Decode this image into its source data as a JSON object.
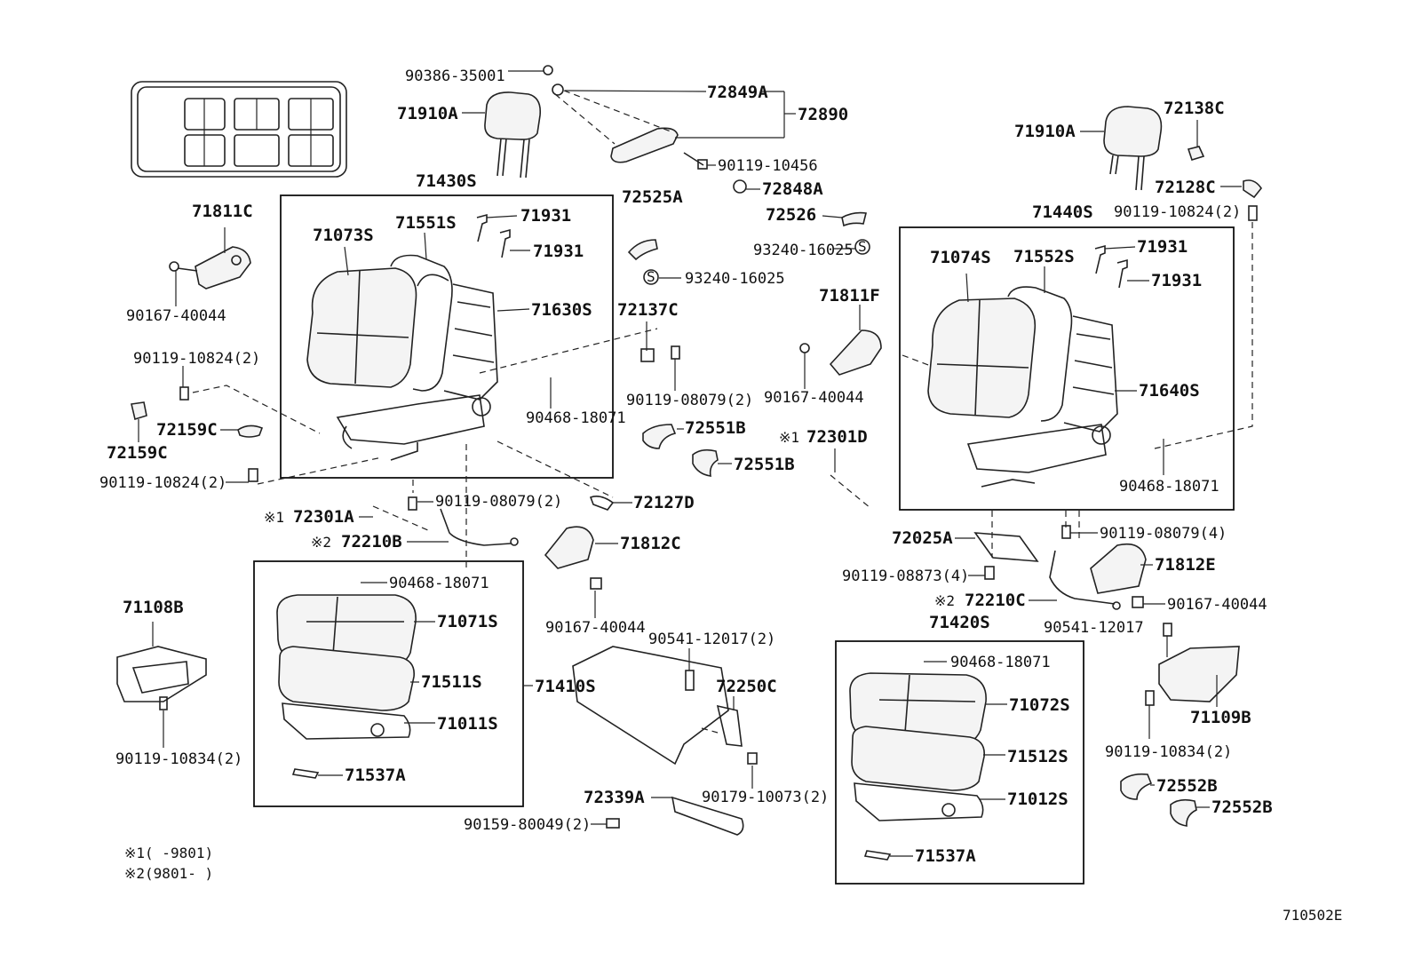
{
  "diagram": {
    "code": "710502E",
    "notes": [
      "※1(     -9801)",
      "※2(9801-     )"
    ],
    "labels": {
      "p90386": "90386-35001",
      "p72849A": "72849A",
      "p72890": "72890",
      "p71910A_l": "71910A",
      "p90119_10456": "90119-10456",
      "p72848A": "72848A",
      "p71430S": "71430S",
      "p72525A": "72525A",
      "p72526": "72526",
      "p71811C": "71811C",
      "p71073S": "71073S",
      "p71551S": "71551S",
      "p71931_a": "71931",
      "p71931_b": "71931",
      "p93240_a": "93240-16025",
      "p93240_b": "93240-16025",
      "p71630S": "71630S",
      "p90167_a": "90167-40044",
      "p72137C": "72137C",
      "p90119_10824_a": "90119-10824(2)",
      "p90468_a": "90468-18071",
      "p90119_08079_a": "90119-08079(2)",
      "p72159C_a": "72159C",
      "p72159C_b": "72159C",
      "p72551B_a": "72551B",
      "p72551B_b": "72551B",
      "p90119_10824_b": "90119-10824(2)",
      "p90119_08079_b": "90119-08079(2)",
      "p72127D": "72127D",
      "p72301A": "72301A",
      "p72210B": "72210B",
      "p71812C": "71812C",
      "p90468_b": "90468-18071",
      "p71071S": "71071S",
      "p71108B": "71108B",
      "p71511S": "71511S",
      "p71410S": "71410S",
      "p90167_b": "90167-40044",
      "p90541_a": "90541-12017(2)",
      "p71011S": "71011S",
      "p72250C": "72250C",
      "p90119_10834_a": "90119-10834(2)",
      "p71537A_a": "71537A",
      "p72339A": "72339A",
      "p90179": "90179-10073(2)",
      "p90159": "90159-80049(2)",
      "p71910A_r": "71910A",
      "p72138C": "72138C",
      "p72128C": "72128C",
      "p90119_10824_c": "90119-10824(2)",
      "p71440S": "71440S",
      "p71074S": "71074S",
      "p71552S": "71552S",
      "p71931_c": "71931",
      "p71931_d": "71931",
      "p71811F": "71811F",
      "p90167_c": "90167-40044",
      "p71640S": "71640S",
      "p72301D": "72301D",
      "p90468_c": "90468-18071",
      "p72025A": "72025A",
      "p90119_08079_c": "90119-08079(4)",
      "p90119_08873": "90119-08873(4)",
      "p71812E": "71812E",
      "p72210C": "72210C",
      "p90167_d": "90167-40044",
      "p71420S": "71420S",
      "p90541_b": "90541-12017",
      "p90468_d": "90468-18071",
      "p71072S": "71072S",
      "p71109B": "71109B",
      "p71512S": "71512S",
      "p90119_10834_b": "90119-10834(2)",
      "p71012S": "71012S",
      "p72552B_a": "72552B",
      "p72552B_b": "72552B",
      "p71537A_b": "71537A"
    },
    "marks": {
      "note1": "※1",
      "note2": "※2",
      "s": "S"
    }
  }
}
